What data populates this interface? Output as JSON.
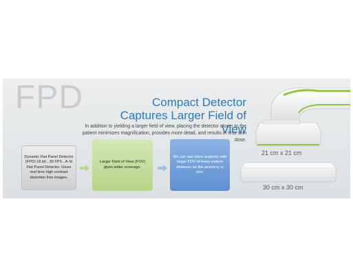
{
  "brand_label": "FPD",
  "headline": {
    "line1": "Compact Detector",
    "line2": "Captures Larger Field of View"
  },
  "description": "In addition to yielding a larger field of view, placing the detector closer to the patient minimizes magnification, provides more detail, and results in less skin dose.",
  "flow_boxes": [
    {
      "text": "Dynamic Flat Panel Detector (FPD) 16 bit , 30 FPS , A-Si Flat Panel Detector. Gives real time high contrast distortion free images."
    },
    {
      "text": "Larger Field of View (FOV) gives wider coverage."
    },
    {
      "text": "We can see more anatomy with larger FOV of every patient whatever be the anatomy or size."
    }
  ],
  "detector_small": {
    "label": "21 cm x 21 cm"
  },
  "detector_large": {
    "label": "30 cm x 30 cm"
  },
  "colors": {
    "accent_blue": "#2b79b6",
    "accent_green": "#8cc63f",
    "box_gray": "#dcdcdc",
    "box_green": "#c4df9f",
    "box_blue": "#6f9ad6"
  }
}
